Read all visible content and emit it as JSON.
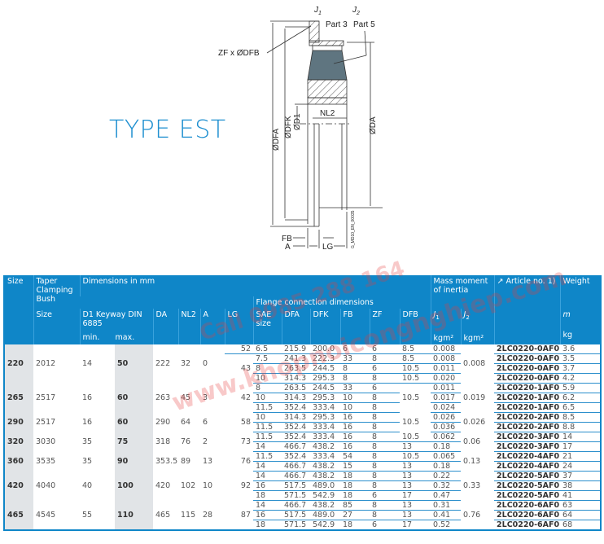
{
  "title": "TYPE EST",
  "drawing": {
    "j1": "J",
    "j1_sub": "1",
    "j2": "J",
    "j2_sub": "2",
    "part3": "Part 3",
    "part5": "Part 5",
    "zf": "ZF x ØDFB",
    "dfa": "ØDFA",
    "dfk": "ØDFK",
    "d1": "ØD1",
    "da": "ØDA",
    "nl2": "NL2",
    "fb": "FB",
    "a": "A",
    "lg": "LG",
    "code": "G_MD10_EN_00035"
  },
  "watermark": [
    "Call 0985 288 164",
    "www.khopnoicongnghiep.com"
  ],
  "header": {
    "size": "Size",
    "bush": "Taper Clamping Bush",
    "bush_size": "Size",
    "dims": "Dimensions in mm",
    "flange": "Flange connection dimensions",
    "d1": "D1 Keyway DIN 6885",
    "min": "min.",
    "max": "max.",
    "da": "DA",
    "nl2": "NL2",
    "a": "A",
    "lg": "LG",
    "sae": "SAE size",
    "dfa": "DFA",
    "dfk": "DFK",
    "fb": "FB",
    "zf": "ZF",
    "dfb": "DFB",
    "mass": "Mass moment of inertia",
    "j1": "J1",
    "j2": "J2",
    "unit_j": "kgm²",
    "article": "↗ Article no. 1)",
    "weight": "Weight",
    "m": "m",
    "kg": "kg"
  },
  "groups": [
    {
      "size": "220",
      "bush": "2012",
      "d1min": "14",
      "d1max": "50",
      "da": "222",
      "nl2": "32",
      "a": "0",
      "j2": "0.008",
      "lg": [
        [
          "52",
          1
        ],
        [
          "43",
          3
        ]
      ],
      "dfb": [
        [
          "8.5",
          1
        ],
        [
          "8.5",
          1
        ],
        [
          "10.5",
          1
        ],
        [
          "10.5",
          1
        ]
      ],
      "rows": [
        [
          "6.5",
          "215.9",
          "200.0",
          "6",
          "6",
          "0.008",
          "2LC0220-0AF0",
          "3.6"
        ],
        [
          "7.5",
          "241.3",
          "222.3",
          "33",
          "8",
          "0.008",
          "2LC0220-0AF0",
          "3.5"
        ],
        [
          "8",
          "263.5",
          "244.5",
          "8",
          "6",
          "0.011",
          "2LC0220-0AF0",
          "3.7"
        ],
        [
          "10",
          "314.3",
          "295.3",
          "8",
          "8",
          "0.020",
          "2LC0220-0AF0",
          "4.2"
        ]
      ]
    },
    {
      "size": "265",
      "bush": "2517",
      "d1min": "16",
      "d1max": "60",
      "da": "263",
      "nl2": "45",
      "a": "3",
      "j2": "0.019",
      "lg": [
        [
          "42",
          3
        ]
      ],
      "dfb": [
        [
          "10.5",
          3
        ]
      ],
      "rows": [
        [
          "8",
          "263.5",
          "244.5",
          "33",
          "6",
          "0.011",
          "2LC0220-1AF0",
          "5.9"
        ],
        [
          "10",
          "314.3",
          "295.3",
          "10",
          "8",
          "0.017",
          "2LC0220-1AF0",
          "6.2"
        ],
        [
          "11.5",
          "352.4",
          "333.4",
          "10",
          "8",
          "0.024",
          "2LC0220-1AF0",
          "6.5"
        ]
      ]
    },
    {
      "size": "290",
      "bush": "2517",
      "d1min": "16",
      "d1max": "60",
      "da": "290",
      "nl2": "64",
      "a": "6",
      "j2": "0.026",
      "lg": [
        [
          "58",
          2
        ]
      ],
      "dfb": [
        [
          "10.5",
          2
        ]
      ],
      "rows": [
        [
          "10",
          "314.3",
          "295.3",
          "16",
          "8",
          "0.026",
          "2LC0220-2AF0",
          "8.5"
        ],
        [
          "11.5",
          "352.4",
          "333.4",
          "16",
          "8",
          "0.036",
          "2LC0220-2AF0",
          "8.8"
        ]
      ]
    },
    {
      "size": "320",
      "bush": "3030",
      "d1min": "35",
      "d1max": "75",
      "da": "318",
      "nl2": "76",
      "a": "2",
      "j2": "0.06",
      "lg": [
        [
          "73",
          2
        ]
      ],
      "dfb": [
        [
          "10.5",
          1
        ],
        [
          "13",
          1
        ]
      ],
      "rows": [
        [
          "11.5",
          "352.4",
          "333.4",
          "16",
          "8",
          "0.062",
          "2LC0220-3AF0",
          "14"
        ],
        [
          "14",
          "466.7",
          "438.2",
          "16",
          "8",
          "0.18",
          "2LC0220-3AF0",
          "17"
        ]
      ]
    },
    {
      "size": "360",
      "bush": "3535",
      "d1min": "35",
      "d1max": "90",
      "da": "353.5",
      "nl2": "89",
      "a": "13",
      "j2": "0.13",
      "lg": [
        [
          "76",
          2
        ]
      ],
      "dfb": [
        [
          "10.5",
          1
        ],
        [
          "13",
          1
        ]
      ],
      "rows": [
        [
          "11.5",
          "352.4",
          "333.4",
          "54",
          "8",
          "0.065",
          "2LC0220-4AF0",
          "21"
        ],
        [
          "14",
          "466.7",
          "438.2",
          "15",
          "8",
          "0.18",
          "2LC0220-4AF0",
          "24"
        ]
      ]
    },
    {
      "size": "420",
      "bush": "4040",
      "d1min": "40",
      "d1max": "100",
      "da": "420",
      "nl2": "102",
      "a": "10",
      "j2": "0.33",
      "lg": [
        [
          "92",
          3
        ]
      ],
      "dfb": [
        [
          "13",
          1
        ],
        [
          "13",
          1
        ],
        [
          "17",
          1
        ]
      ],
      "rows": [
        [
          "14",
          "466.7",
          "438.2",
          "18",
          "8",
          "0.22",
          "2LC0220-5AF0",
          "37"
        ],
        [
          "16",
          "517.5",
          "489.0",
          "18",
          "8",
          "0.32",
          "2LC0220-5AF0",
          "38"
        ],
        [
          "18",
          "571.5",
          "542.9",
          "18",
          "6",
          "0.47",
          "2LC0220-5AF0",
          "41"
        ]
      ]
    },
    {
      "size": "465",
      "bush": "4545",
      "d1min": "55",
      "d1max": "110",
      "da": "465",
      "nl2": "115",
      "a": "28",
      "j2": "0.76",
      "lg": [
        [
          "87",
          3
        ]
      ],
      "dfb": [
        [
          "13",
          1
        ],
        [
          "13",
          1
        ],
        [
          "17",
          1
        ]
      ],
      "rows": [
        [
          "14",
          "466.7",
          "438.2",
          "85",
          "8",
          "0.31",
          "2LC0220-6AF0",
          "63"
        ],
        [
          "16",
          "517.5",
          "489.0",
          "27",
          "8",
          "0.41",
          "2LC0220-6AF0",
          "64"
        ],
        [
          "18",
          "571.5",
          "542.9",
          "18",
          "6",
          "0.52",
          "2LC0220-6AF0",
          "68"
        ]
      ]
    }
  ]
}
